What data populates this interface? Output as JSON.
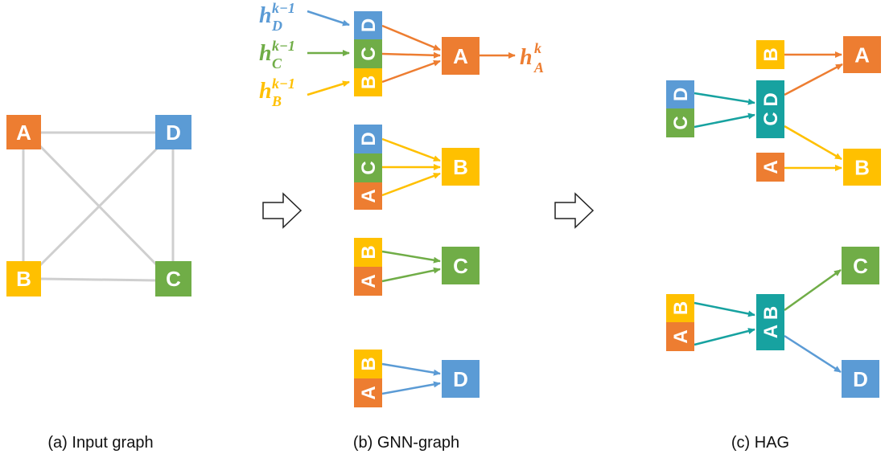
{
  "colors": {
    "A": "#ED7D31",
    "B": "#FFC000",
    "C": "#70AD47",
    "D": "#5B9BD5",
    "agg": "#17A2A0",
    "edge": "#CFCFCF",
    "arrow_outline": "#222222"
  },
  "panels": {
    "input_graph": {
      "caption": "(a) Input  graph",
      "nodes": [
        "A",
        "D",
        "B",
        "C"
      ],
      "edges": [
        [
          "A",
          "D"
        ],
        [
          "A",
          "B"
        ],
        [
          "A",
          "C"
        ],
        [
          "D",
          "B"
        ],
        [
          "D",
          "C"
        ],
        [
          "B",
          "C"
        ]
      ]
    },
    "gnn_graph": {
      "caption": "(b) GNN-graph",
      "targets": [
        {
          "target": "A",
          "inputs": [
            "D",
            "C",
            "B"
          ]
        },
        {
          "target": "B",
          "inputs": [
            "D",
            "C",
            "A"
          ]
        },
        {
          "target": "C",
          "inputs": [
            "B",
            "A"
          ]
        },
        {
          "target": "D",
          "inputs": [
            "B",
            "A"
          ]
        }
      ],
      "formula": {
        "inputs": [
          {
            "base": "h",
            "sub": "D",
            "sup": "k−1",
            "color_key": "D"
          },
          {
            "base": "h",
            "sub": "C",
            "sup": "k−1",
            "color_key": "C"
          },
          {
            "base": "h",
            "sub": "B",
            "sup": "k−1",
            "color_key": "B"
          }
        ],
        "output": {
          "base": "h",
          "sub": "A",
          "sup": "k",
          "color_key": "A"
        }
      }
    },
    "hag": {
      "caption": "(c) HAG",
      "aggregates": [
        {
          "label": "C D",
          "inputs": [
            "D",
            "C"
          ],
          "outputs": [
            "A",
            "B"
          ]
        },
        {
          "label": "A B",
          "inputs": [
            "B",
            "A"
          ],
          "outputs": [
            "C",
            "D"
          ]
        }
      ],
      "direct": [
        {
          "from": "B",
          "to": "A"
        },
        {
          "from": "A",
          "to": "B"
        }
      ]
    }
  }
}
